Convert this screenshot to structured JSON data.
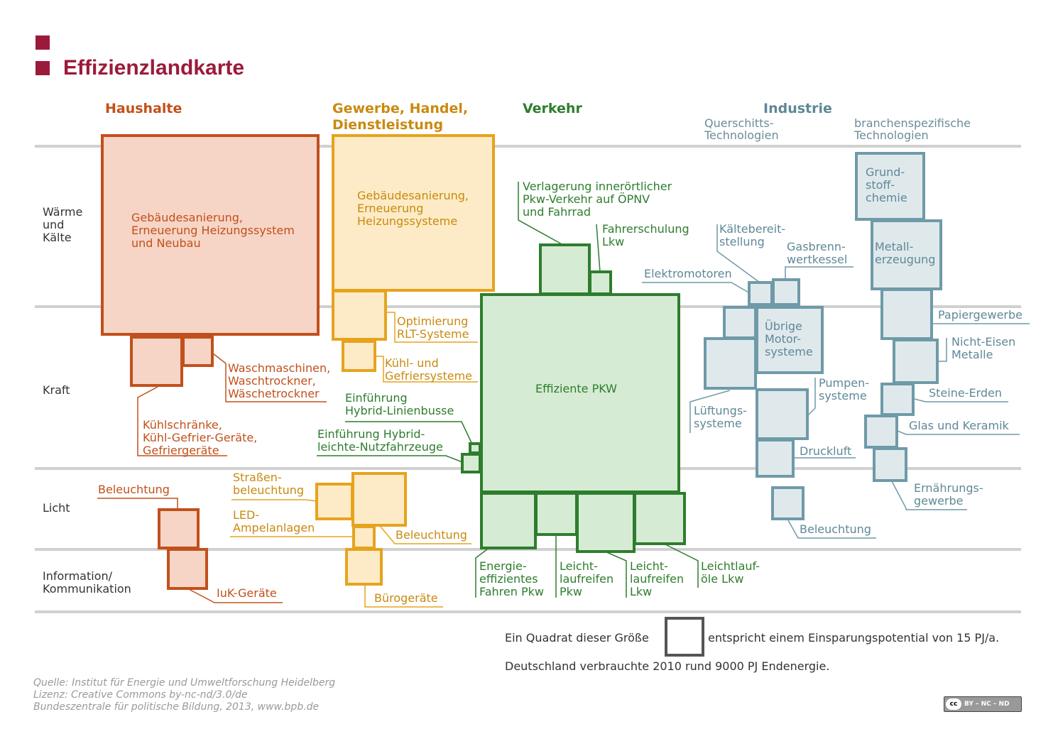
{
  "title": "Effizienzlandkarte",
  "columns": {
    "haushalte": "Haushalte",
    "ghd_line1": "Gewerbe, Handel,",
    "ghd_line2": "Dienstleistung",
    "verkehr": "Verkehr",
    "industrie": "Industrie",
    "industrie_sub1_line1": "Querschitts-",
    "industrie_sub1_line2": "Technologien",
    "industrie_sub2_line1": "branchenspezifische",
    "industrie_sub2_line2": "Technologien"
  },
  "rows": {
    "waerme_l1": "Wärme",
    "waerme_l2": "und",
    "waerme_l3": "Kälte",
    "kraft": "Kraft",
    "licht": "Licht",
    "info_l1": "Information/",
    "info_l2": "Kommunikation"
  },
  "labels": {
    "hh_gebaeude": [
      "Gebäudesanierung,",
      "Erneuerung Heizungssystem",
      "und Neubau"
    ],
    "hh_wasch": [
      "Waschmaschinen,",
      "Waschtrockner,",
      "Wäschetrockner"
    ],
    "hh_kuehl": [
      "Kühlschränke,",
      "Kühl-Gefrier-Geräte,",
      "Gefriergeräte"
    ],
    "hh_beleuchtung": "Beleuchtung",
    "hh_iuk": "IuK-Geräte",
    "gh_gebaeude": [
      "Gebäudesanierung,",
      "Erneuerung",
      "Heizungssysteme"
    ],
    "gh_rlt": [
      "Optimierung",
      "RLT-Systeme"
    ],
    "gh_kuehl": [
      "Kühl- und",
      "Gefriersysteme"
    ],
    "gh_strasse": [
      "Straßen-",
      "beleuchtung"
    ],
    "gh_led": [
      "LED-",
      "Ampelanlagen"
    ],
    "gh_beleuchtung": "Beleuchtung",
    "gh_buero": "Bürogeräte",
    "vk_verlagerung": [
      "Verlagerung innerörtlicher",
      "Pkw-Verkehr auf  ÖPNV",
      "und Fahrrad"
    ],
    "vk_fahrerschulung": [
      "Fahrerschulung",
      "Lkw"
    ],
    "vk_pkw": "Effiziente PKW",
    "vk_hybrid_bus": [
      "Einführung",
      "Hybrid-Linienbusse"
    ],
    "vk_hybrid_nfz": [
      "Einführung Hybrid-",
      "leichte-Nutzfahrzeuge"
    ],
    "vk_fahren": [
      "Energie-",
      "effizientes",
      "Fahren Pkw"
    ],
    "vk_reifen_pkw": [
      "Leicht-",
      "laufreifen",
      "Pkw"
    ],
    "vk_reifen_lkw": [
      "Leicht-",
      "laufreifen",
      "Lkw"
    ],
    "vk_oele": [
      "Leichtlauf-",
      "öle Lkw"
    ],
    "in_kaelte": [
      "Kältebereit-",
      "stellung"
    ],
    "in_gas": [
      "Gasbrenn-",
      "wertkessel"
    ],
    "in_elektro": "Elektromotoren",
    "in_motor": [
      "Übrige",
      "Motor-",
      "systeme"
    ],
    "in_pumpen": [
      "Pumpen-",
      "systeme"
    ],
    "in_lueftung": [
      "Lüftungs-",
      "systeme"
    ],
    "in_druckluft": "Druckluft",
    "in_beleuchtung": "Beleuchtung",
    "in_grund": [
      "Grund-",
      "stoff-",
      "chemie"
    ],
    "in_metall": [
      "Metall-",
      "erzeugung"
    ],
    "in_papier": "Papiergewerbe",
    "in_ne": [
      "Nicht-Eisen",
      "Metalle"
    ],
    "in_steine": "Steine-Erden",
    "in_glas": "Glas und Keramik",
    "in_ernaehrung": [
      "Ernährungs-",
      "gewerbe"
    ]
  },
  "legend": {
    "text_before": "Ein Quadrat dieser Größe",
    "text_after": "entspricht einem Einsparungspotential von 15 PJ/a.",
    "total": "Deutschland verbrauchte 2010 rund 9000 PJ Endenergie."
  },
  "source": {
    "line1": "Quelle: Institut für Energie und Umweltforschung Heidelberg",
    "line2": "Lizenz: Creative Commons by-nc-nd/3.0/de",
    "line3": "Bundeszentrale für politische Bildung, 2013, www.bpb.de"
  },
  "cc_badge": {
    "cc": "cc",
    "text": "BY – NC – ND"
  },
  "colors": {
    "haushalte": "#c2501b",
    "haushalte_fill": "#f6d5c6",
    "ghd": "#e6a31e",
    "ghd_fill": "#fcebc6",
    "verkehr": "#2e7d2e",
    "verkehr_fill": "#d5ebd3",
    "industrie": "#6f9aa8",
    "industrie_fill": "#dfe9ec",
    "title": "#9b1a3a"
  }
}
